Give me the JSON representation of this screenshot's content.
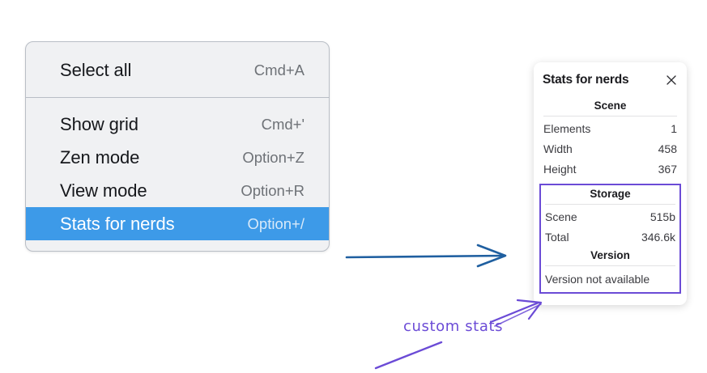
{
  "context_menu": {
    "groups": [
      {
        "items": [
          {
            "label": "Select all",
            "shortcut": "Cmd+A",
            "selected": false
          }
        ]
      },
      {
        "items": [
          {
            "label": "Show grid",
            "shortcut": "Cmd+'",
            "selected": false
          },
          {
            "label": "Zen mode",
            "shortcut": "Option+Z",
            "selected": false
          },
          {
            "label": "View mode",
            "shortcut": "Option+R",
            "selected": false
          },
          {
            "label": "Stats for nerds",
            "shortcut": "Option+/",
            "selected": true
          }
        ]
      }
    ]
  },
  "stats_panel": {
    "title": "Stats for nerds",
    "close_icon": "close-icon",
    "scene": {
      "heading": "Scene",
      "rows": [
        {
          "label": "Elements",
          "value": "1"
        },
        {
          "label": "Width",
          "value": "458"
        },
        {
          "label": "Height",
          "value": "367"
        }
      ]
    },
    "storage": {
      "heading": "Storage",
      "rows": [
        {
          "label": "Scene",
          "value": "515b"
        },
        {
          "label": "Total",
          "value": "346.6k"
        }
      ]
    },
    "version": {
      "heading": "Version",
      "text": "Version not available"
    }
  },
  "annotations": {
    "custom_stats_label": "custom stats",
    "blue_arrow": "blue-arrow",
    "purple_arrow": "purple-arrow",
    "purple_underline": "purple-underline-stroke"
  },
  "colors": {
    "menu_background": "#f0f1f3",
    "menu_border": "#b9bec6",
    "selection_blue": "#3d9ae8",
    "shortcut_gray": "#6e7277",
    "annotation_purple": "#6b4bd6",
    "arrow_blue": "#1f5fa0",
    "panel_white": "#ffffff"
  }
}
